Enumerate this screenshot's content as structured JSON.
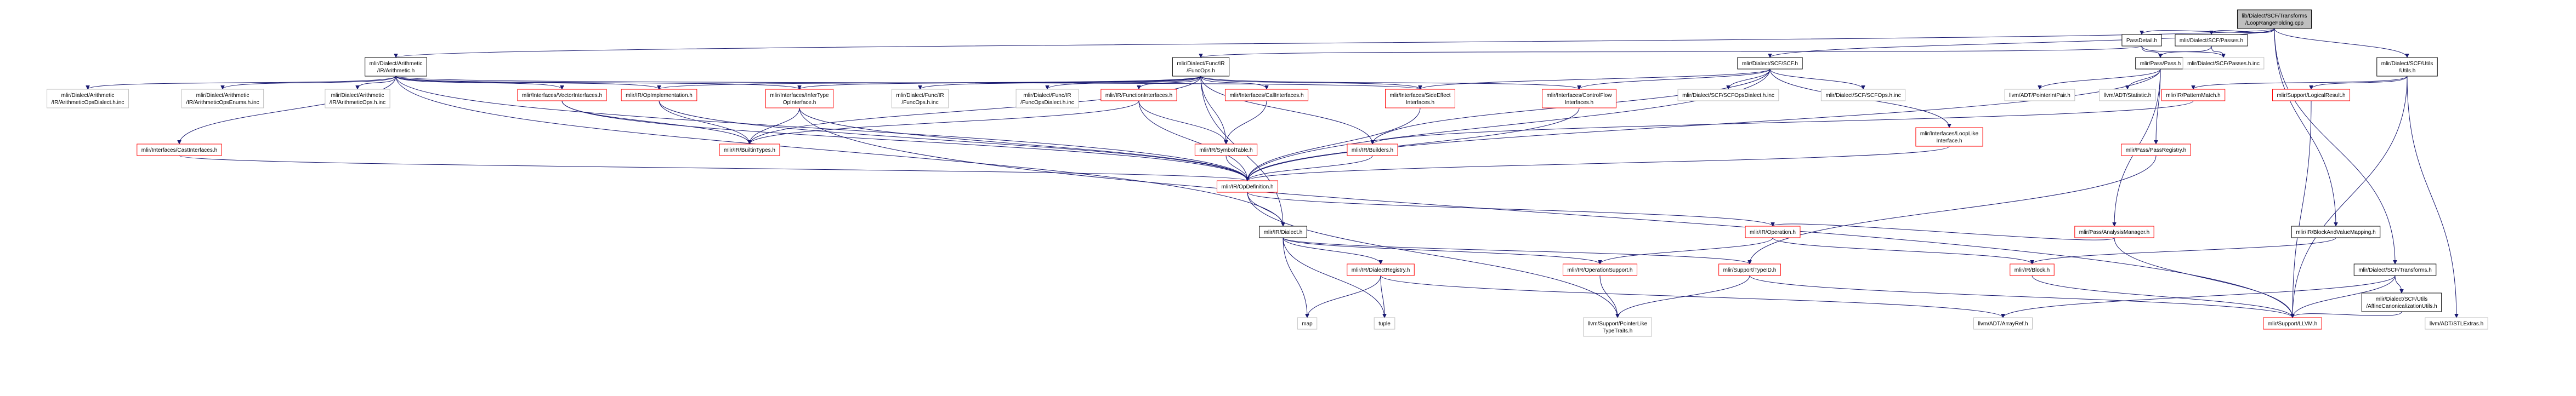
{
  "colors": {
    "edge": "#191970",
    "root_fill": "#bfbfbf",
    "normal_border": "#000000",
    "missing_border": "#ff0000",
    "plain_border": "#bfbfbf",
    "text": "#000000"
  },
  "nodes": [
    {
      "id": "root",
      "lines": [
        "lib/Dialect/SCF/Transforms",
        "/LoopRangeFolding.cpp"
      ],
      "style": "root"
    },
    {
      "id": "passdetail",
      "lines": [
        "PassDetail.h"
      ],
      "style": "normal"
    },
    {
      "id": "scfpasses",
      "lines": [
        "mlir/Dialect/SCF/Passes.h"
      ],
      "style": "normal"
    },
    {
      "id": "scfutils",
      "lines": [
        "mlir/Dialect/SCF/Utils",
        "/Utils.h"
      ],
      "style": "normal"
    },
    {
      "id": "arith",
      "lines": [
        "mlir/Dialect/Arithmetic",
        "/IR/Arithmetic.h"
      ],
      "style": "normal"
    },
    {
      "id": "funcops",
      "lines": [
        "mlir/Dialect/Func/IR",
        "/FuncOps.h"
      ],
      "style": "normal"
    },
    {
      "id": "scfh",
      "lines": [
        "mlir/Dialect/SCF/SCF.h"
      ],
      "style": "normal"
    },
    {
      "id": "passpass",
      "lines": [
        "mlir/Pass/Pass.h"
      ],
      "style": "normal"
    },
    {
      "id": "scfpassesinc",
      "lines": [
        "mlir/Dialect/SCF/Passes.h.inc"
      ],
      "style": "plain"
    },
    {
      "id": "scftransforms",
      "lines": [
        "mlir/Dialect/SCF/Transforms.h"
      ],
      "style": "normal"
    },
    {
      "id": "blockandvalue",
      "lines": [
        "mlir/IR/BlockAndValueMapping.h"
      ],
      "style": "normal"
    },
    {
      "id": "arithdialectinc",
      "lines": [
        "mlir/Dialect/Arithmetic",
        "/IR/ArithmeticOpsDialect.h.inc"
      ],
      "style": "plain"
    },
    {
      "id": "arithenumsinc",
      "lines": [
        "mlir/Dialect/Arithmetic",
        "/IR/ArithmeticOpsEnums.h.inc"
      ],
      "style": "plain"
    },
    {
      "id": "arithopsinc",
      "lines": [
        "mlir/Dialect/Arithmetic",
        "/IR/ArithmeticOps.h.inc"
      ],
      "style": "plain"
    },
    {
      "id": "castinterfaces",
      "lines": [
        "mlir/Interfaces/CastInterfaces.h"
      ],
      "style": "missing"
    },
    {
      "id": "vectorinterfaces",
      "lines": [
        "mlir/Interfaces/VectorInterfaces.h"
      ],
      "style": "missing"
    },
    {
      "id": "opimpl",
      "lines": [
        "mlir/IR/OpImplementation.h"
      ],
      "style": "missing"
    },
    {
      "id": "infertype",
      "lines": [
        "mlir/Interfaces/InferType",
        "OpInterface.h"
      ],
      "style": "missing"
    },
    {
      "id": "funcopsinc",
      "lines": [
        "mlir/Dialect/Func/IR",
        "/FuncOps.h.inc"
      ],
      "style": "plain"
    },
    {
      "id": "funcdialectinc",
      "lines": [
        "mlir/Dialect/Func/IR",
        "/FuncOpsDialect.h.inc"
      ],
      "style": "plain"
    },
    {
      "id": "funcinterfaces",
      "lines": [
        "mlir/IR/FunctionInterfaces.h"
      ],
      "style": "missing"
    },
    {
      "id": "callinterfaces",
      "lines": [
        "mlir/Interfaces/CallInterfaces.h"
      ],
      "style": "missing"
    },
    {
      "id": "sideeffect",
      "lines": [
        "mlir/Interfaces/SideEffect",
        "Interfaces.h"
      ],
      "style": "missing"
    },
    {
      "id": "controlflow",
      "lines": [
        "mlir/Interfaces/ControlFlow",
        "Interfaces.h"
      ],
      "style": "missing"
    },
    {
      "id": "scfopsdialectinc",
      "lines": [
        "mlir/Dialect/SCF/SCFOpsDialect.h.inc"
      ],
      "style": "plain"
    },
    {
      "id": "scfopsinc",
      "lines": [
        "mlir/Dialect/SCF/SCFOps.h.inc"
      ],
      "style": "plain"
    },
    {
      "id": "looplike",
      "lines": [
        "mlir/Interfaces/LoopLike",
        "Interface.h"
      ],
      "style": "missing"
    },
    {
      "id": "pointerintpair",
      "lines": [
        "llvm/ADT/PointerIntPair.h"
      ],
      "style": "plain"
    },
    {
      "id": "statistic",
      "lines": [
        "llvm/ADT/Statistic.h"
      ],
      "style": "plain"
    },
    {
      "id": "patternmatch",
      "lines": [
        "mlir/IR/PatternMatch.h"
      ],
      "style": "missing"
    },
    {
      "id": "logicalresult",
      "lines": [
        "mlir/Support/LogicalResult.h"
      ],
      "style": "missing"
    },
    {
      "id": "builtintypes",
      "lines": [
        "mlir/IR/BuiltinTypes.h"
      ],
      "style": "missing"
    },
    {
      "id": "symboltable",
      "lines": [
        "mlir/IR/SymbolTable.h"
      ],
      "style": "missing"
    },
    {
      "id": "builders",
      "lines": [
        "mlir/IR/Builders.h"
      ],
      "style": "missing"
    },
    {
      "id": "passregistry",
      "lines": [
        "mlir/Pass/PassRegistry.h"
      ],
      "style": "missing"
    },
    {
      "id": "opdefinition",
      "lines": [
        "mlir/IR/OpDefinition.h"
      ],
      "style": "missing"
    },
    {
      "id": "analysismanager",
      "lines": [
        "mlir/Pass/AnalysisManager.h"
      ],
      "style": "missing"
    },
    {
      "id": "dialect",
      "lines": [
        "mlir/IR/Dialect.h"
      ],
      "style": "normal"
    },
    {
      "id": "operation",
      "lines": [
        "mlir/IR/Operation.h"
      ],
      "style": "missing"
    },
    {
      "id": "affinecanon",
      "lines": [
        "mlir/Dialect/SCF/Utils",
        "/AffineCanonicalizationUtils.h"
      ],
      "style": "normal"
    },
    {
      "id": "dialectregistry",
      "lines": [
        "mlir/IR/DialectRegistry.h"
      ],
      "style": "missing"
    },
    {
      "id": "opsupport",
      "lines": [
        "mlir/IR/OperationSupport.h"
      ],
      "style": "missing"
    },
    {
      "id": "typeid",
      "lines": [
        "mlir/Support/TypeID.h"
      ],
      "style": "missing"
    },
    {
      "id": "block",
      "lines": [
        "mlir/IR/Block.h"
      ],
      "style": "missing"
    },
    {
      "id": "map",
      "lines": [
        "map"
      ],
      "style": "plain"
    },
    {
      "id": "tuple",
      "lines": [
        "tuple"
      ],
      "style": "plain"
    },
    {
      "id": "pointerlike",
      "lines": [
        "llvm/Support/PointerLike",
        "TypeTraits.h"
      ],
      "style": "plain"
    },
    {
      "id": "arrayref",
      "lines": [
        "llvm/ADT/ArrayRef.h"
      ],
      "style": "plain"
    },
    {
      "id": "llvmh",
      "lines": [
        "mlir/Support/LLVM.h"
      ],
      "style": "missing"
    },
    {
      "id": "stlextras",
      "lines": [
        "llvm/ADT/STLExtras.h"
      ],
      "style": "plain"
    }
  ],
  "edges": [
    [
      "root",
      "passdetail"
    ],
    [
      "root",
      "scfpasses"
    ],
    [
      "root",
      "scfutils"
    ],
    [
      "root",
      "arith"
    ],
    [
      "root",
      "scfh"
    ],
    [
      "root",
      "scftransforms"
    ],
    [
      "root",
      "blockandvalue"
    ],
    [
      "passdetail",
      "funcops"
    ],
    [
      "passdetail",
      "passpass"
    ],
    [
      "passdetail",
      "scfpassesinc"
    ],
    [
      "scfpasses",
      "passpass"
    ],
    [
      "scfpasses",
      "scfpassesinc"
    ],
    [
      "scfutils",
      "patternmatch"
    ],
    [
      "scfutils",
      "logicalresult"
    ],
    [
      "scfutils",
      "llvmh"
    ],
    [
      "scfutils",
      "stlextras"
    ],
    [
      "arith",
      "arithdialectinc"
    ],
    [
      "arith",
      "arithenumsinc"
    ],
    [
      "arith",
      "arithopsinc"
    ],
    [
      "arith",
      "castinterfaces"
    ],
    [
      "arith",
      "vectorinterfaces"
    ],
    [
      "arith",
      "opimpl"
    ],
    [
      "arith",
      "infertype"
    ],
    [
      "arith",
      "sideeffect"
    ],
    [
      "arith",
      "dialect"
    ],
    [
      "arith",
      "opdefinition"
    ],
    [
      "funcops",
      "funcopsinc"
    ],
    [
      "funcops",
      "funcdialectinc"
    ],
    [
      "funcops",
      "funcinterfaces"
    ],
    [
      "funcops",
      "callinterfaces"
    ],
    [
      "funcops",
      "sideeffect"
    ],
    [
      "funcops",
      "controlflow"
    ],
    [
      "funcops",
      "infertype"
    ],
    [
      "funcops",
      "opimpl"
    ],
    [
      "funcops",
      "builtintypes"
    ],
    [
      "funcops",
      "symboltable"
    ],
    [
      "funcops",
      "builders"
    ],
    [
      "funcops",
      "dialect"
    ],
    [
      "scfh",
      "scfopsdialectinc"
    ],
    [
      "scfh",
      "scfopsinc"
    ],
    [
      "scfh",
      "sideeffect"
    ],
    [
      "scfh",
      "controlflow"
    ],
    [
      "scfh",
      "looplike"
    ],
    [
      "scfh",
      "builders"
    ],
    [
      "scfh",
      "opdefinition"
    ],
    [
      "passpass",
      "pointerintpair"
    ],
    [
      "passpass",
      "statistic"
    ],
    [
      "passpass",
      "passregistry"
    ],
    [
      "passpass",
      "analysismanager"
    ],
    [
      "passpass",
      "opdefinition"
    ],
    [
      "scftransforms",
      "affinecanon"
    ],
    [
      "scftransforms",
      "arrayref"
    ],
    [
      "scftransforms",
      "llvmh"
    ],
    [
      "blockandvalue",
      "block"
    ],
    [
      "castinterfaces",
      "opdefinition"
    ],
    [
      "vectorinterfaces",
      "builtintypes"
    ],
    [
      "vectorinterfaces",
      "opdefinition"
    ],
    [
      "opimpl",
      "builtintypes"
    ],
    [
      "opimpl",
      "opdefinition"
    ],
    [
      "infertype",
      "builtintypes"
    ],
    [
      "infertype",
      "opdefinition"
    ],
    [
      "infertype",
      "llvmh"
    ],
    [
      "funcinterfaces",
      "builtintypes"
    ],
    [
      "funcinterfaces",
      "symboltable"
    ],
    [
      "funcinterfaces",
      "opdefinition"
    ],
    [
      "callinterfaces",
      "symboltable"
    ],
    [
      "sideeffect",
      "opdefinition"
    ],
    [
      "controlflow",
      "opdefinition"
    ],
    [
      "looplike",
      "opdefinition"
    ],
    [
      "patternmatch",
      "builders"
    ],
    [
      "logicalresult",
      "llvmh"
    ],
    [
      "symboltable",
      "opdefinition"
    ],
    [
      "builders",
      "opdefinition"
    ],
    [
      "passregistry",
      "typeid"
    ],
    [
      "opdefinition",
      "dialect"
    ],
    [
      "opdefinition",
      "operation"
    ],
    [
      "opdefinition",
      "pointerlike"
    ],
    [
      "analysismanager",
      "operation"
    ],
    [
      "analysismanager",
      "llvmh"
    ],
    [
      "dialect",
      "dialectregistry"
    ],
    [
      "dialect",
      "opsupport"
    ],
    [
      "dialect",
      "typeid"
    ],
    [
      "dialect",
      "map"
    ],
    [
      "dialect",
      "tuple"
    ],
    [
      "operation",
      "opsupport"
    ],
    [
      "operation",
      "block"
    ],
    [
      "affinecanon",
      "llvmh"
    ],
    [
      "dialectregistry",
      "map"
    ],
    [
      "dialectregistry",
      "tuple"
    ],
    [
      "dialectregistry",
      "arrayref"
    ],
    [
      "opsupport",
      "pointerlike"
    ],
    [
      "typeid",
      "pointerlike"
    ],
    [
      "typeid",
      "llvmh"
    ],
    [
      "block",
      "llvmh"
    ]
  ]
}
